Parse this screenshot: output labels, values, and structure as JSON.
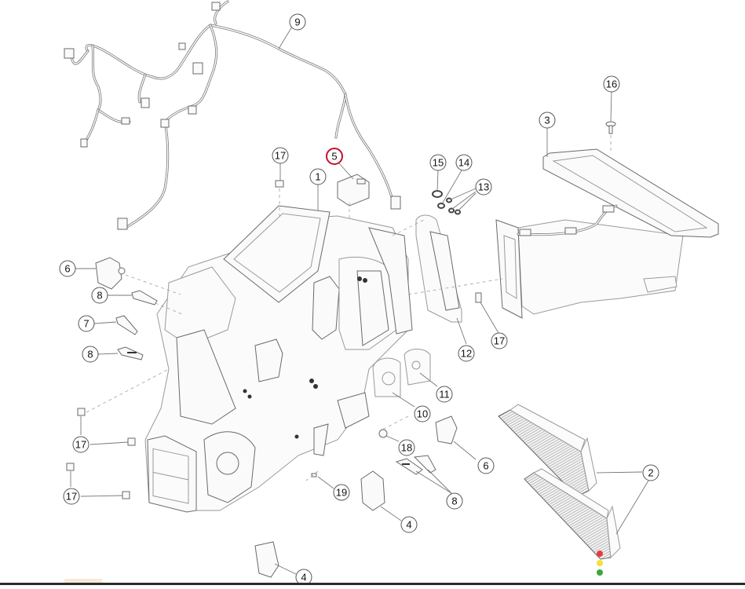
{
  "diagram": {
    "title": "HVAC module exploded view",
    "highlighted_callout": "5",
    "highlight_color": "#c8102e",
    "callouts": [
      {
        "id": "c9",
        "label": "9"
      },
      {
        "id": "c5",
        "label": "5"
      },
      {
        "id": "c17a",
        "label": "17"
      },
      {
        "id": "c1",
        "label": "1"
      },
      {
        "id": "c15",
        "label": "15"
      },
      {
        "id": "c14",
        "label": "14"
      },
      {
        "id": "c13",
        "label": "13"
      },
      {
        "id": "c16",
        "label": "16"
      },
      {
        "id": "c3",
        "label": "3"
      },
      {
        "id": "c6a",
        "label": "6"
      },
      {
        "id": "c8a",
        "label": "8"
      },
      {
        "id": "c7",
        "label": "7"
      },
      {
        "id": "c8b",
        "label": "8"
      },
      {
        "id": "c17b",
        "label": "17"
      },
      {
        "id": "c12",
        "label": "12"
      },
      {
        "id": "c11",
        "label": "11"
      },
      {
        "id": "c10",
        "label": "10"
      },
      {
        "id": "c17c",
        "label": "17"
      },
      {
        "id": "c17d",
        "label": "17"
      },
      {
        "id": "c18",
        "label": "18"
      },
      {
        "id": "c6b",
        "label": "6"
      },
      {
        "id": "c19",
        "label": "19"
      },
      {
        "id": "c8c",
        "label": "8"
      },
      {
        "id": "c4a",
        "label": "4"
      },
      {
        "id": "c2",
        "label": "2"
      },
      {
        "id": "c4b",
        "label": "4"
      }
    ],
    "status_dots": [
      {
        "name": "red",
        "color": "#f03a3a"
      },
      {
        "name": "yellow",
        "color": "#f5e03a"
      },
      {
        "name": "green",
        "color": "#3aa83a"
      }
    ]
  }
}
